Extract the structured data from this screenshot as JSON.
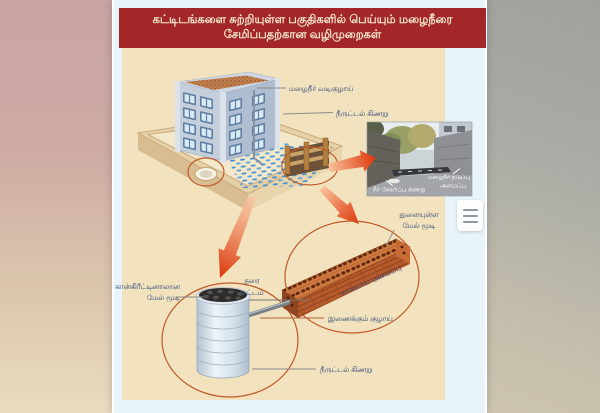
{
  "header": {
    "title_line1": "கட்டிடங்களை சுற்றியுள்ள பகுதிகளில் பெய்யும் மழைநீரை",
    "title_line2": "சேமிப்பதற்கான வழிமுறைகள்"
  },
  "diagram": {
    "top_section": {
      "rain_pipe_label": "மழைநீர் வடிகுழாய்",
      "recharge_well_label": "நீருட்டல் கிணறு"
    },
    "photo": {
      "collection_well_label": "நீர் சேகரிப்பு கிணறு",
      "barrier_label_line1": "மழைநீர் தடுப்பு",
      "barrier_label_line2": "அமைப்பு"
    },
    "well_section": {
      "concrete_cover_label_line1": "கான்கிரீட்டினாலான",
      "concrete_cover_label_line2": "மேல் மூடி",
      "ground_level_label_line1": "தரை",
      "ground_level_label_line2": "மட்டம்",
      "recharge_well_label": "நீருட்டல் கிணறு"
    },
    "channel_section": {
      "perforated_cover_label_line1": "துளையுள்ள",
      "perforated_cover_label_line2": "மேல் மூடி",
      "channel_label": "கால்வாய் அமைப்பு",
      "connecting_pipe_label": "இணைக்கும் குழாய்"
    },
    "colors": {
      "header_bg": "#a32629",
      "header_text": "#f3e7cd",
      "panel_bg": "#f2e2bd",
      "card_bg": "#e9f3fa",
      "label_text": "#2b4a7d",
      "arrow_head": "#e03a10",
      "arrow_tail": "#f9c09a",
      "highlight_circle": "#c05a28",
      "water": "#3f8ed8",
      "brick": "#cf7a40"
    },
    "icons": {
      "menu": "hamburger-icon"
    }
  }
}
